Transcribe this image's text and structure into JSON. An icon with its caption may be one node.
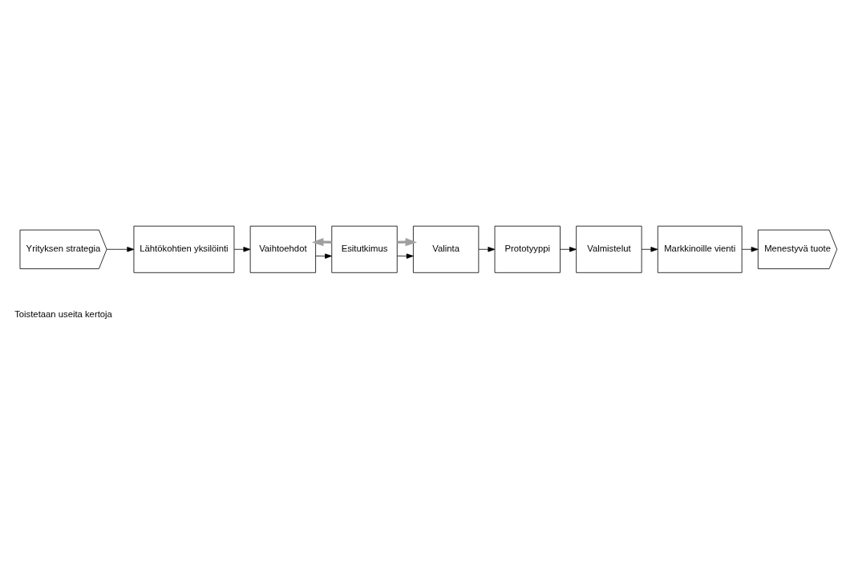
{
  "diagram": {
    "nodes": [
      {
        "text": [
          "Yrityksen strategia"
        ]
      },
      {
        "text": [
          "Lähtökohtien yksilöinti"
        ]
      },
      {
        "text": [
          "Vaihtoehdot"
        ]
      },
      {
        "text": [
          "Esitutkimus"
        ]
      },
      {
        "text": [
          "Valinta"
        ]
      },
      {
        "text": [
          "Prototyyppi"
        ]
      },
      {
        "text": [
          "Valmistelut"
        ]
      },
      {
        "text": [
          "Markkinoille vienti"
        ]
      },
      {
        "text": [
          "Menestyvä tuote"
        ]
      }
    ],
    "edges": [
      {
        "from": 0,
        "to": 1,
        "arrow": "to"
      },
      {
        "from": 1,
        "to": 2,
        "arrow": "to"
      },
      {
        "from": 2,
        "to": 3,
        "arrow": "to"
      },
      {
        "from": 3,
        "to": 4,
        "arrow": "to"
      },
      {
        "from": 4,
        "to": 5,
        "arrow": "to"
      },
      {
        "from": 5,
        "to": 6,
        "arrow": "to"
      },
      {
        "from": 6,
        "to": 7,
        "arrow": "to"
      },
      {
        "from": 7,
        "to": 8,
        "arrow": "to"
      },
      {
        "from": 3,
        "to": 2,
        "arrow": "to",
        "style": "thick",
        "color": "#a0a0a0"
      },
      {
        "from": 3,
        "to": 4,
        "arrow": "to",
        "style": "thick",
        "color": "#a0a0a0"
      }
    ],
    "labels": [
      "Toistetaan useita kertoja"
    ]
  }
}
